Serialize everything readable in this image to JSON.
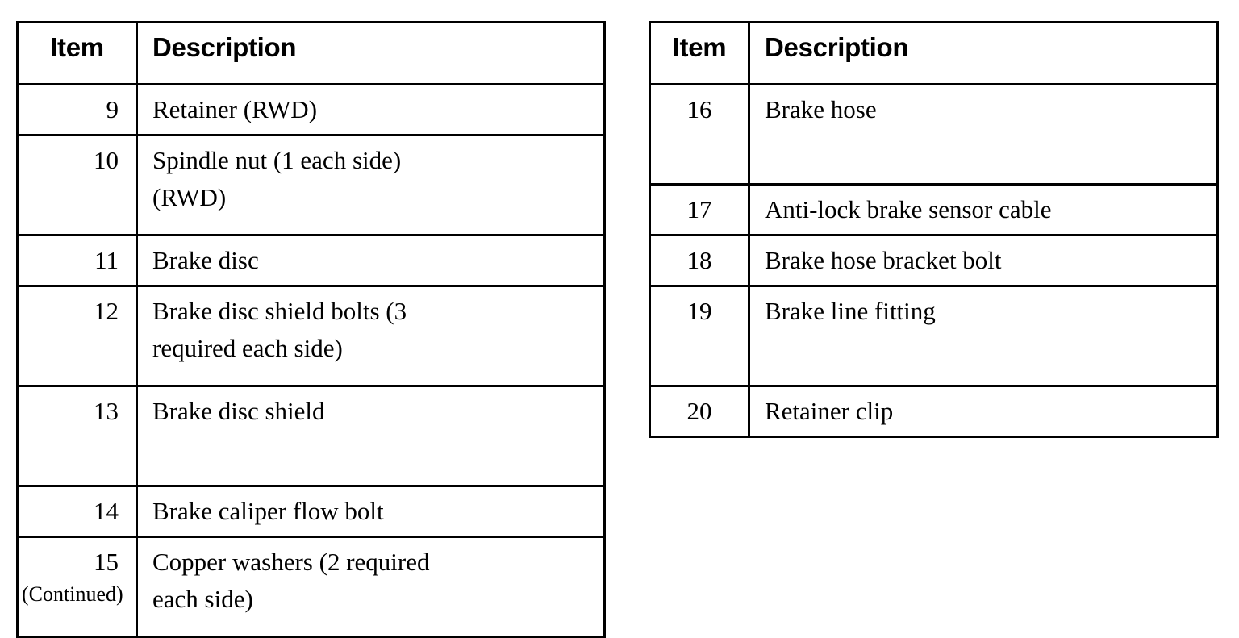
{
  "document": {
    "kind": "parts-legend-table",
    "continued_note": "(Continued)",
    "text_color": "#000000",
    "background_color": "#ffffff",
    "border_color": "#000000"
  },
  "tables": [
    {
      "id": "left",
      "columns": {
        "item": "Item",
        "description": "Description"
      },
      "rows": [
        {
          "item": "9",
          "desc_line1": "Retainer (RWD)",
          "desc_line2": "",
          "tall": false
        },
        {
          "item": "10",
          "desc_line1": "Spindle nut (1 each side)",
          "desc_line2": "(RWD)",
          "tall": true
        },
        {
          "item": "11",
          "desc_line1": "Brake disc",
          "desc_line2": "",
          "tall": false
        },
        {
          "item": "12",
          "desc_line1": "Brake disc shield bolts (3",
          "desc_line2": "required each side)",
          "tall": true
        },
        {
          "item": "13",
          "desc_line1": "Brake disc shield",
          "desc_line2": "",
          "tall": true
        },
        {
          "item": "14",
          "desc_line1": "Brake caliper flow bolt",
          "desc_line2": "",
          "tall": false
        },
        {
          "item": "15",
          "desc_line1": "Copper washers (2 required",
          "desc_line2": "each side)",
          "tall": true
        }
      ]
    },
    {
      "id": "right",
      "columns": {
        "item": "Item",
        "description": "Description"
      },
      "rows": [
        {
          "item": "16",
          "desc_line1": "Brake hose",
          "desc_line2": "",
          "tall": true
        },
        {
          "item": "17",
          "desc_line1": "Anti-lock brake sensor cable",
          "desc_line2": "",
          "tall": false
        },
        {
          "item": "18",
          "desc_line1": "Brake hose bracket bolt",
          "desc_line2": "",
          "tall": false
        },
        {
          "item": "19",
          "desc_line1": "Brake line fitting",
          "desc_line2": "",
          "tall": true
        },
        {
          "item": "20",
          "desc_line1": "Retainer clip",
          "desc_line2": "",
          "tall": false
        }
      ]
    }
  ]
}
